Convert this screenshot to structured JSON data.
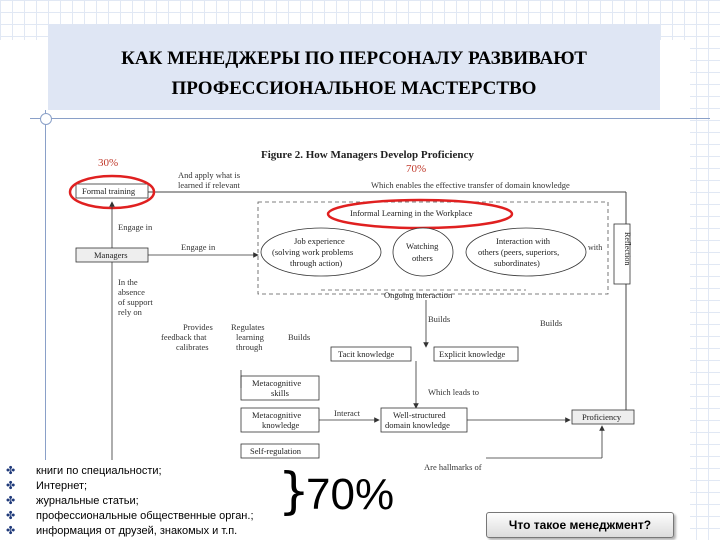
{
  "slide": {
    "title_line1": "КАК МЕНЕДЖЕРЫ ПО ПЕРСОНАЛУ РАЗВИВАЮТ",
    "title_line2": "ПРОФЕССИОНАЛЬНОЕ МАСТЕРСТВО",
    "big_percent": "70%",
    "cta_label": "Что такое менеджмент?"
  },
  "figure": {
    "title": "Figure 2.  How Managers Develop Proficiency",
    "pct_left": "30%",
    "pct_right": "70%",
    "formal_training": "Formal training",
    "apply_line1": "And apply what is",
    "apply_line2": "learned if relevant",
    "which_enables": "Which enables the effective transfer of domain knowledge",
    "informal": "Informal Learning in the Workplace",
    "engage_top": "Engage in",
    "engage_mid": "Engage in",
    "managers": "Managers",
    "job_exp_1": "Job experience",
    "job_exp_2": "(solving work problems",
    "job_exp_3": "through action)",
    "watching_1": "Watching",
    "watching_2": "others",
    "interaction_1": "Interaction with",
    "interaction_2": "others (peers, superiors,",
    "interaction_3": "subordinates)",
    "with": "with",
    "reflection": "Reflection",
    "ongoing": "Ongoing interaction",
    "absence_1": "In the",
    "absence_2": "absence",
    "absence_3": "of support",
    "absence_4": "rely on",
    "provides_1": "Provides",
    "provides_2": "feedback that",
    "provides_3": "calibrates",
    "regulates_1": "Regulates",
    "regulates_2": "learning",
    "regulates_3": "through",
    "builds_1": "Builds",
    "builds_2": "Builds",
    "builds_3": "Builds",
    "tacit": "Tacit knowledge",
    "explicit": "Explicit knowledge",
    "metacog_skills_1": "Metacognitive",
    "metacog_skills_2": "skills",
    "leads_to": "Which leads to",
    "metacog_know_1": "Metacognitive",
    "metacog_know_2": "knowledge",
    "interact": "Interact",
    "well_1": "Well-structured",
    "well_2": "domain knowledge",
    "proficiency": "Proficiency",
    "self_reg": "Self-regulation",
    "hallmarks": "Are hallmarks of"
  },
  "bullets": [
    "книги по специальности;",
    "Интернет;",
    "журнальные статьи;",
    "профессиональные общественные орган.;",
    "информация от друзей, знакомых и т.п."
  ],
  "colors": {
    "title_bg": "#dfe6f4",
    "highlight_ellipse": "#e02020",
    "percent_text": "#c0392b",
    "grid_line": "#c9d6ec"
  }
}
